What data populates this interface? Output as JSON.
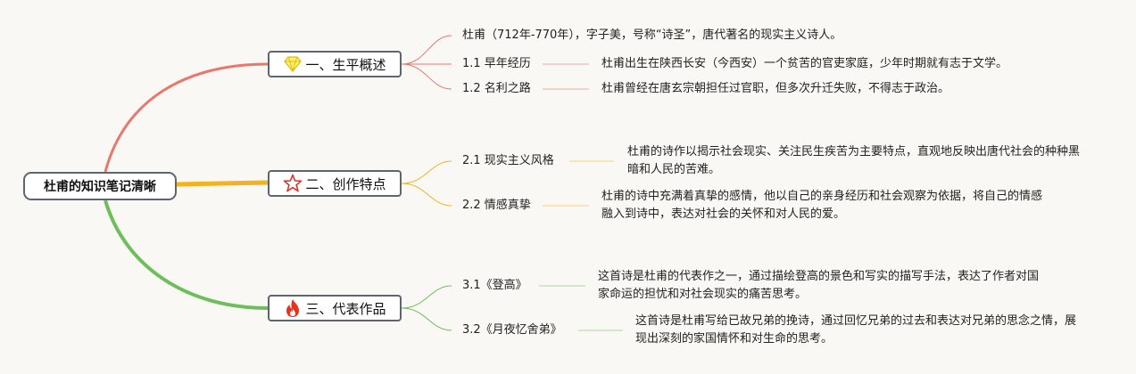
{
  "root": {
    "title": "杜甫的知识笔记清晰"
  },
  "branches": [
    {
      "title": "一、生平概述",
      "icon": "diamond-icon",
      "color": "#e8776c",
      "summary": "杜甫（712年-770年），字子美，号称“诗圣”，唐代著名的现实主义诗人。",
      "items": [
        {
          "label": "1.1 早年经历",
          "desc": "杜甫出生在陕西长安（今西安）一个贫苦的官吏家庭，少年时期就有志于文学。"
        },
        {
          "label": "1.2 名利之路",
          "desc": "杜甫曾经在唐玄宗朝担任过官职，但多次升迁失败，不得志于政治。"
        }
      ]
    },
    {
      "title": "二、创作特点",
      "icon": "star-icon",
      "color": "#f2b31e",
      "items": [
        {
          "label": "2.1 现实主义风格",
          "desc": "杜甫的诗作以揭示社会现实、关注民生疾苦为主要特点，直观地反映出唐代社会的种种黑暗和人民的苦难。"
        },
        {
          "label": "2.2 情感真挚",
          "desc": "杜甫的诗中充满着真挚的感情，他以自己的亲身经历和社会观察为依据，将自己的情感融入到诗中，表达对社会的关怀和对人民的爱。"
        }
      ]
    },
    {
      "title": "三、代表作品",
      "icon": "fire-icon",
      "color": "#6cbf5a",
      "items": [
        {
          "label": "3.1《登高》",
          "desc": "这首诗是杜甫的代表作之一，通过描绘登高的景色和写实的描写手法，表达了作者对国家命运的担忧和对社会现实的痛苦思考。"
        },
        {
          "label": "3.2《月夜忆舍弟》",
          "desc": "这首诗是杜甫写给已故兄弟的挽诗，通过回忆兄弟的过去和表达对兄弟的思念之情，展现出深刻的家国情怀和对生命的思考。"
        }
      ]
    }
  ]
}
